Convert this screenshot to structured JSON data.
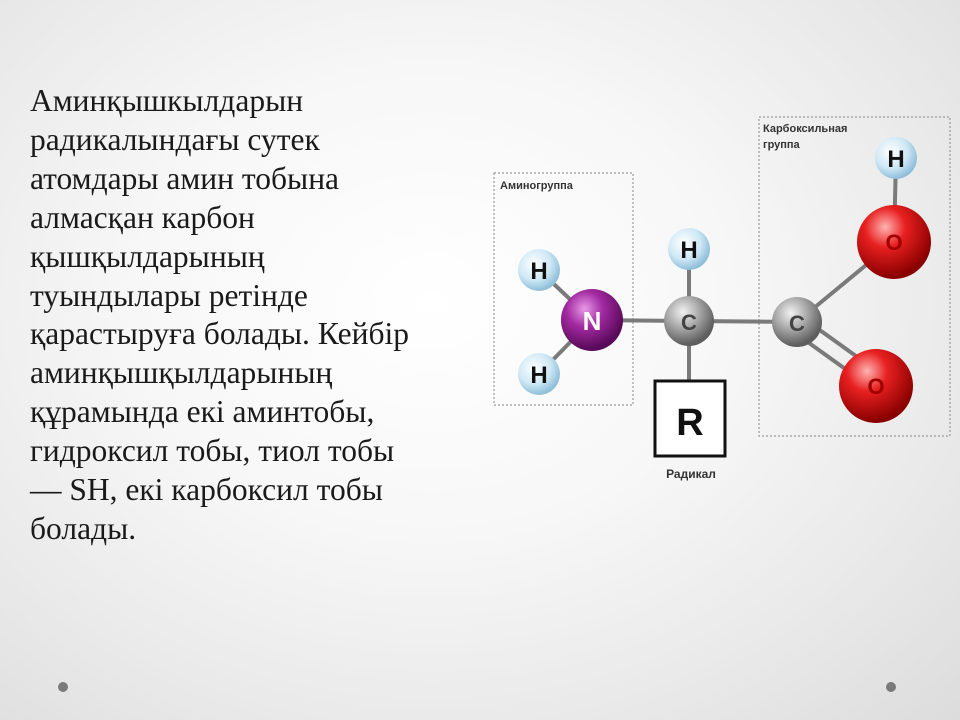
{
  "text_lines": [
    "Аминқышкылдарын",
    "радикалындағы сутек",
    "атомдары амин тобына",
    "алмасқан карбон",
    "қышқылдарының",
    "туындылары ретінде",
    "қарастыруға болады. Кейбір",
    "аминқышқылдарының",
    "құрамында екі аминтобы,",
    "гидроксил тобы, тиол тобы",
    "— SH, екі карбоксил тобы",
    "болады."
  ],
  "diagram": {
    "amino_group_label": "Аминогруппа",
    "carboxyl_group_label_1": "Карбоксильная",
    "carboxyl_group_label_2": "группа",
    "radical_label": "Радикал",
    "radical_symbol": "R",
    "atoms": {
      "h_top_left": "H",
      "h_bottom_left": "H",
      "nitrogen": "N",
      "h_alpha": "H",
      "c_alpha": "C",
      "c_carboxyl": "C",
      "o_hydroxyl": "O",
      "o_carbonyl": "O",
      "h_hydroxyl": "H"
    },
    "colors": {
      "hydrogen": "#cfe8f5",
      "nitrogen": "#8e1e8e",
      "carbon": "#9a9a9a",
      "oxygen": "#d81818",
      "bond": "#7a7a7a"
    }
  }
}
